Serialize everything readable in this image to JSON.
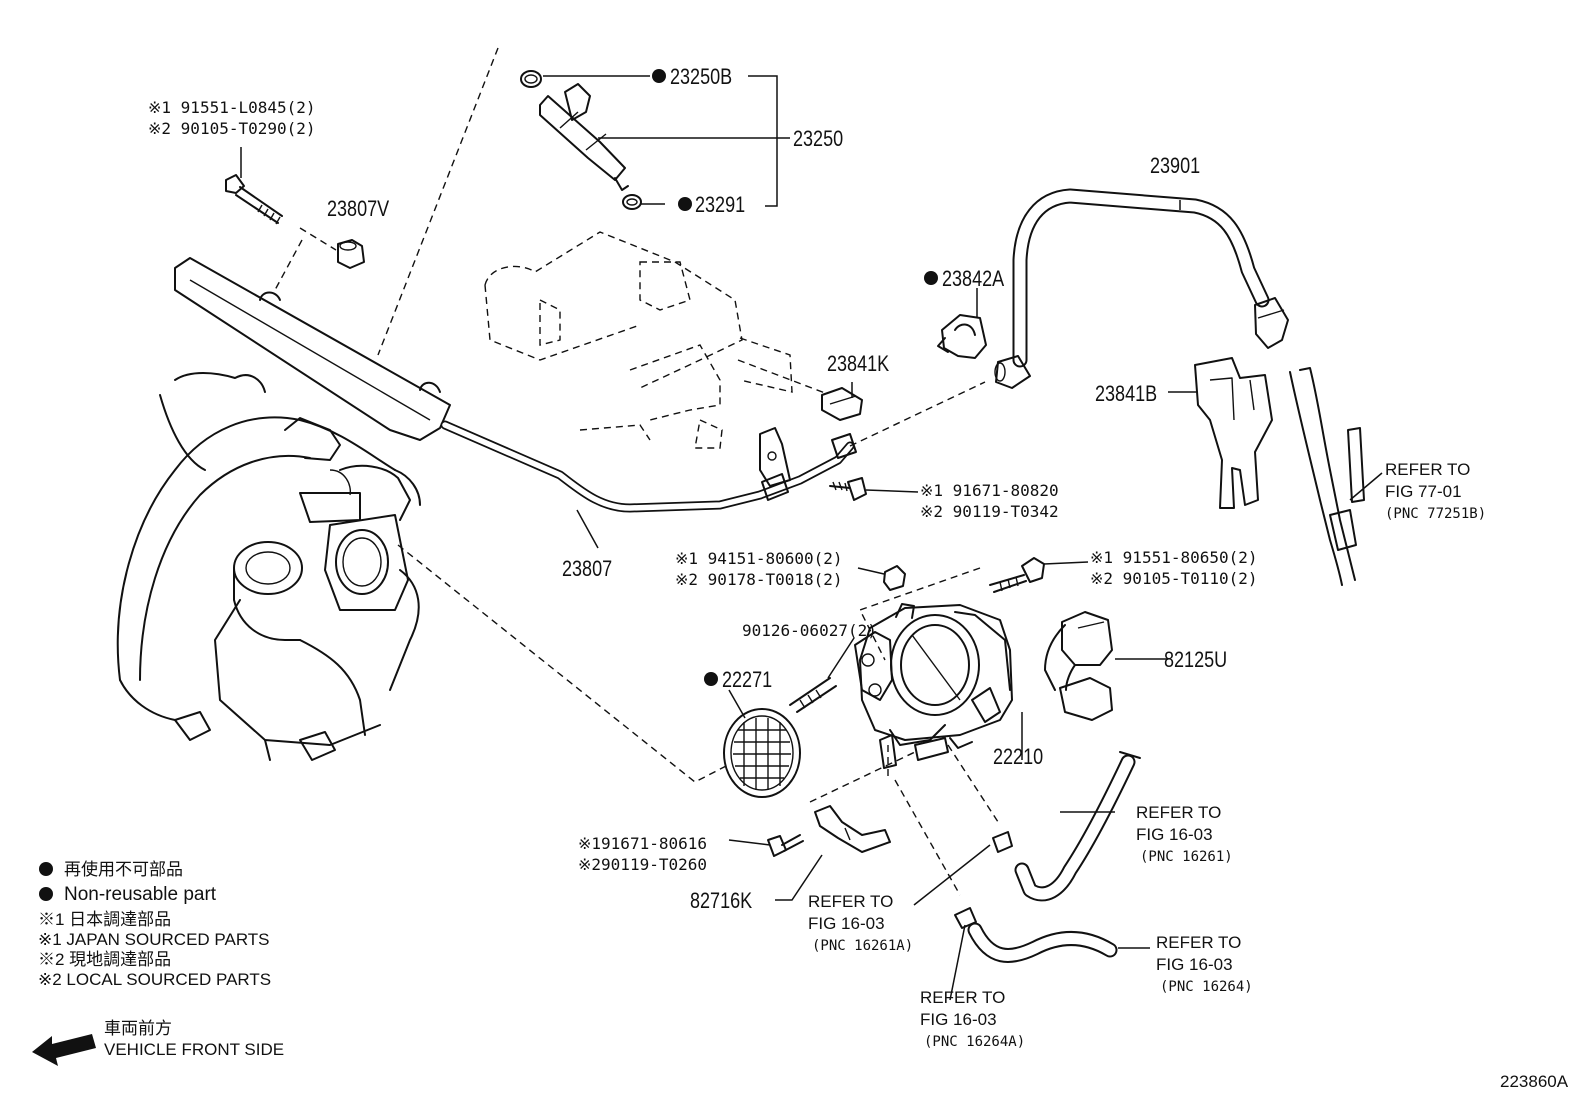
{
  "diagram_id": "223860A",
  "callouts": {
    "p23250B": "23250B",
    "p23250": "23250",
    "p23291": "23291",
    "p23807V": "23807V",
    "p23901": "23901",
    "p23842A": "23842A",
    "p23841K": "23841K",
    "p23841B": "23841B",
    "p23807": "23807",
    "p22271": "22271",
    "p82125U": "82125U",
    "p22210": "22210",
    "p82716K": "82716K",
    "p90126": "90126-06027(2)"
  },
  "subs": {
    "bolt_top_1": "※1 91551-L0845(2)",
    "bolt_top_2": "※2 90105-T0290(2)",
    "bolt_mid_1": "※1 91671-80820",
    "bolt_mid_2": "※2 90119-T0342",
    "nut_1": "※1 94151-80600(2)",
    "nut_2": "※2 90178-T0018(2)",
    "bolt_tb_1": "※1 91551-80650(2)",
    "bolt_tb_2": "※2 90105-T0110(2)",
    "bolt_low_1": "※191671-80616",
    "bolt_low_2": "※290119-T0260"
  },
  "refers": [
    {
      "line1": "REFER TO",
      "line2": "FIG 77-01",
      "pnc": "(PNC 77251B)"
    },
    {
      "line1": "REFER TO",
      "line2": "FIG 16-03",
      "pnc": "(PNC 16261)"
    },
    {
      "line1": "REFER TO",
      "line2": "FIG 16-03",
      "pnc": "(PNC 16261A)"
    },
    {
      "line1": "REFER TO",
      "line2": "FIG 16-03",
      "pnc": "(PNC 16264)"
    },
    {
      "line1": "REFER TO",
      "line2": "FIG 16-03",
      "pnc": "(PNC 16264A)"
    }
  ],
  "legend": {
    "nonreusable_jp": "再使用不可部品",
    "nonreusable_en": "Non-reusable part",
    "japan_jp": "※1  日本調達部品",
    "japan_en": "※1  JAPAN SOURCED PARTS",
    "local_jp": "※2  現地調達部品",
    "local_en": "※2  LOCAL SOURCED PARTS",
    "front_jp": "車両前方",
    "front_en": "VEHICLE FRONT SIDE"
  },
  "icons": [
    "filled-dot-icon",
    "front-arrow-icon"
  ],
  "colors": {
    "ink": "#111111",
    "paper": "#ffffff"
  }
}
